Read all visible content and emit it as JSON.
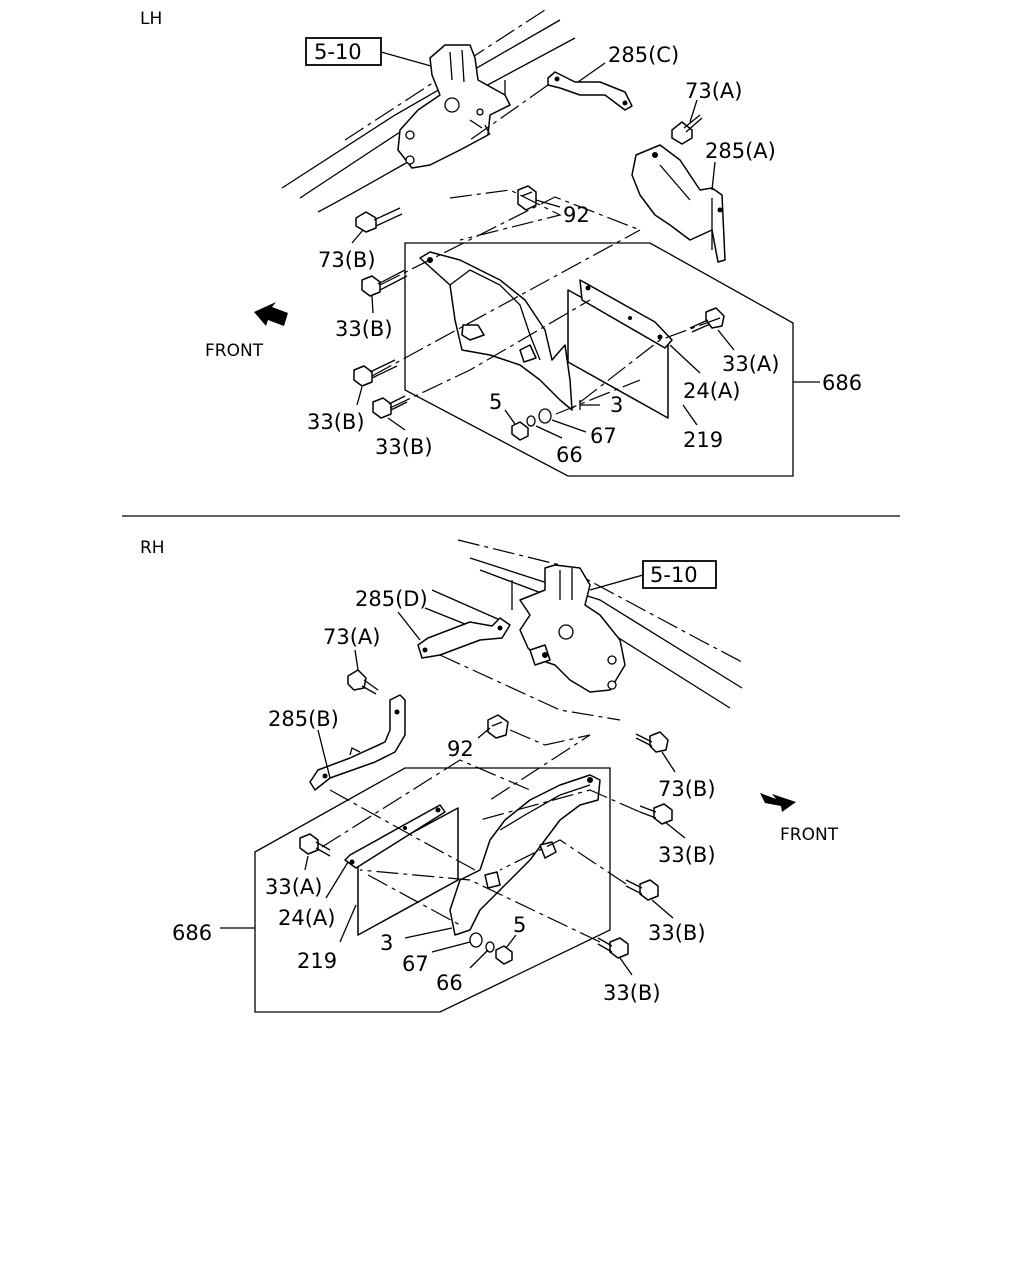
{
  "sections": {
    "lh": {
      "heading": "LH",
      "front_label": "FRONT",
      "ref_box": "5-10",
      "callouts": {
        "c285c": "285(C)",
        "c73a": "73(A)",
        "c285a": "285(A)",
        "c92": "92",
        "c73b": "73(B)",
        "c33b_1": "33(B)",
        "c33a": "33(A)",
        "c24a": "24(A)",
        "c686": "686",
        "c33b_2": "33(B)",
        "c33b_3": "33(B)",
        "c5": "5",
        "c3": "3",
        "c67": "67",
        "c66": "66",
        "c219": "219"
      }
    },
    "rh": {
      "heading": "RH",
      "front_label": "FRONT",
      "ref_box": "5-10",
      "callouts": {
        "c285d": "285(D)",
        "c73a": "73(A)",
        "c285b": "285(B)",
        "c92": "92",
        "c73b": "73(B)",
        "c33b_1": "33(B)",
        "c33a": "33(A)",
        "c24a": "24(A)",
        "c686": "686",
        "c3": "3",
        "c219": "219",
        "c67": "67",
        "c66": "66",
        "c5": "5",
        "c33b_2": "33(B)",
        "c33b_3": "33(B)"
      }
    }
  }
}
